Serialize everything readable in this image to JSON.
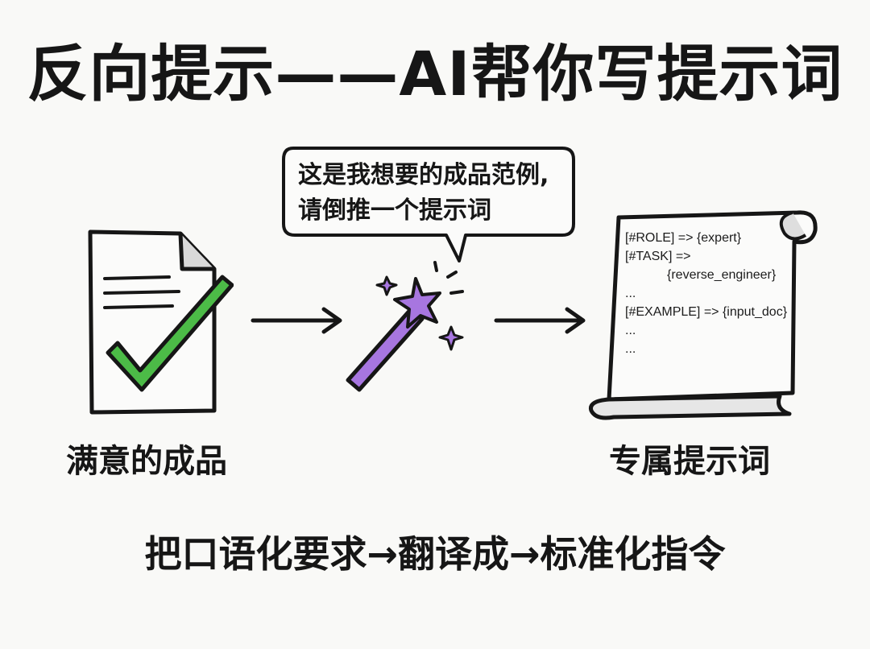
{
  "title": "反向提示——AI帮你写提示词",
  "bubble": {
    "line1": "这是我想要的成品范例,",
    "line2": "请倒推一个提示词"
  },
  "left_label": "满意的成品",
  "right_label": "专属提示词",
  "scroll_lines": [
    "[#ROLE] => {expert}",
    "[#TASK] =>",
    "{reverse_engineer}",
    "...",
    "[#EXAMPLE] => {input_doc}",
    "...",
    "..."
  ],
  "bottom_caption": "把口语化要求→翻译成→标准化指令",
  "icons": {
    "document": "document-checkmark-icon",
    "wand": "magic-wand-icon",
    "scroll": "scroll-icon"
  },
  "colors": {
    "check_green": "#4cbb47",
    "wand_purple": "#a776e0",
    "ink": "#161616"
  }
}
